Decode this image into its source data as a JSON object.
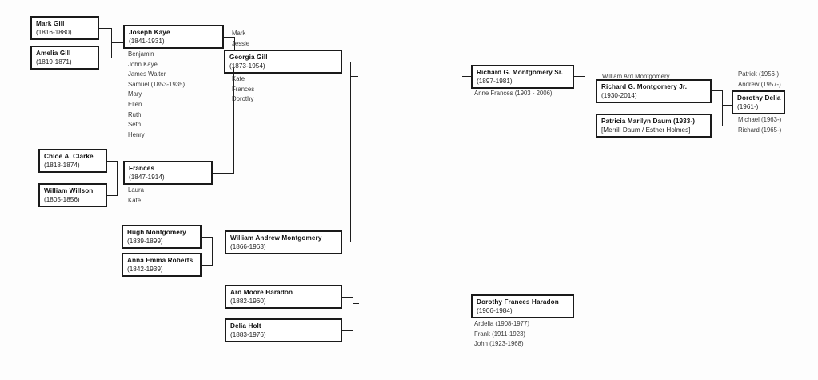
{
  "diagram": {
    "title": "Family Tree / Pedigree Chart",
    "line_color": "#1d1d1d",
    "box_border_color": "#1a1a1a",
    "background": "#ffffff"
  },
  "left_tree": {
    "nodes": {
      "mark_gill": {
        "name": "Mark Gill",
        "dates": "(1816-1880)"
      },
      "amelia_gill": {
        "name": "Amelia Gill",
        "dates": "(1819-1871)"
      },
      "joseph_kaye": {
        "name": "Joseph Kaye",
        "dates": "(1841-1931)"
      },
      "georgia_gill": {
        "name": "Georgia Gill",
        "dates": "(1873-1954)"
      },
      "chloe_clarke": {
        "name": "Chloe A. Clarke",
        "dates": "(1818-1874)"
      },
      "william_willson": {
        "name": "William Willson",
        "dates": "(1805-1856)"
      },
      "frances": {
        "name": "Frances",
        "dates": "(1847-1914)"
      },
      "hugh_montgomery": {
        "name": "Hugh Montgomery",
        "dates": "(1839-1899)"
      },
      "anna_roberts": {
        "name": "Anna Emma Roberts",
        "dates": "(1842-1939)"
      },
      "william_a_mont": {
        "name": "William Andrew Montgomery",
        "dates": "(1866-1963)"
      },
      "ard_haradon": {
        "name": "Ard Moore Haradon",
        "dates": "(1882-1960)"
      },
      "delia_holt": {
        "name": "Delia Holt",
        "dates": "(1883-1976)"
      }
    },
    "joseph_kaye_children": [
      "Benjamin",
      "John Kaye",
      "James Walter",
      "Samuel (1853-1935)",
      "Mary",
      "Ellen",
      "Ruth",
      "Seth",
      "Henry"
    ],
    "georgia_gill_siblings_above": [
      "Mark",
      "Jessie"
    ],
    "georgia_gill_siblings_below": [
      "Kate",
      "Frances",
      "Dorothy"
    ],
    "frances_children": [
      "Laura",
      "Kate"
    ]
  },
  "right_tree": {
    "nodes": {
      "richard_sr": {
        "name": "Richard G. Montgomery Sr.",
        "dates": "(1897-1981)"
      },
      "richard_jr": {
        "name": "Richard G. Montgomery Jr.",
        "dates": "(1930-2014)"
      },
      "patricia_daum": {
        "name": "Patricia Marilyn Daum (1933-)",
        "dates": "[Merrill Daum / Esther Holmes]"
      },
      "dorothy_delia": {
        "name": "Dorothy Delia",
        "dates": "(1961-)"
      },
      "dorothy_haradon": {
        "name": "Dorothy Frances Haradon",
        "dates": "(1906-1984)"
      }
    },
    "richard_sr_siblings": [
      "Anne Frances (1903 - 2006)"
    ],
    "richard_jr_siblings_above": [
      "William Ard Montgomery"
    ],
    "dorothy_delia_siblings_above": [
      "Patrick (1956-)",
      "Andrew (1957-)"
    ],
    "dorothy_delia_siblings_below": [
      "Michael (1963-)",
      "Richard (1965-)"
    ],
    "dorothy_haradon_siblings": [
      "Ardelia (1908-1977)",
      "Frank (1911-1923)",
      "John (1923-1968)"
    ]
  }
}
